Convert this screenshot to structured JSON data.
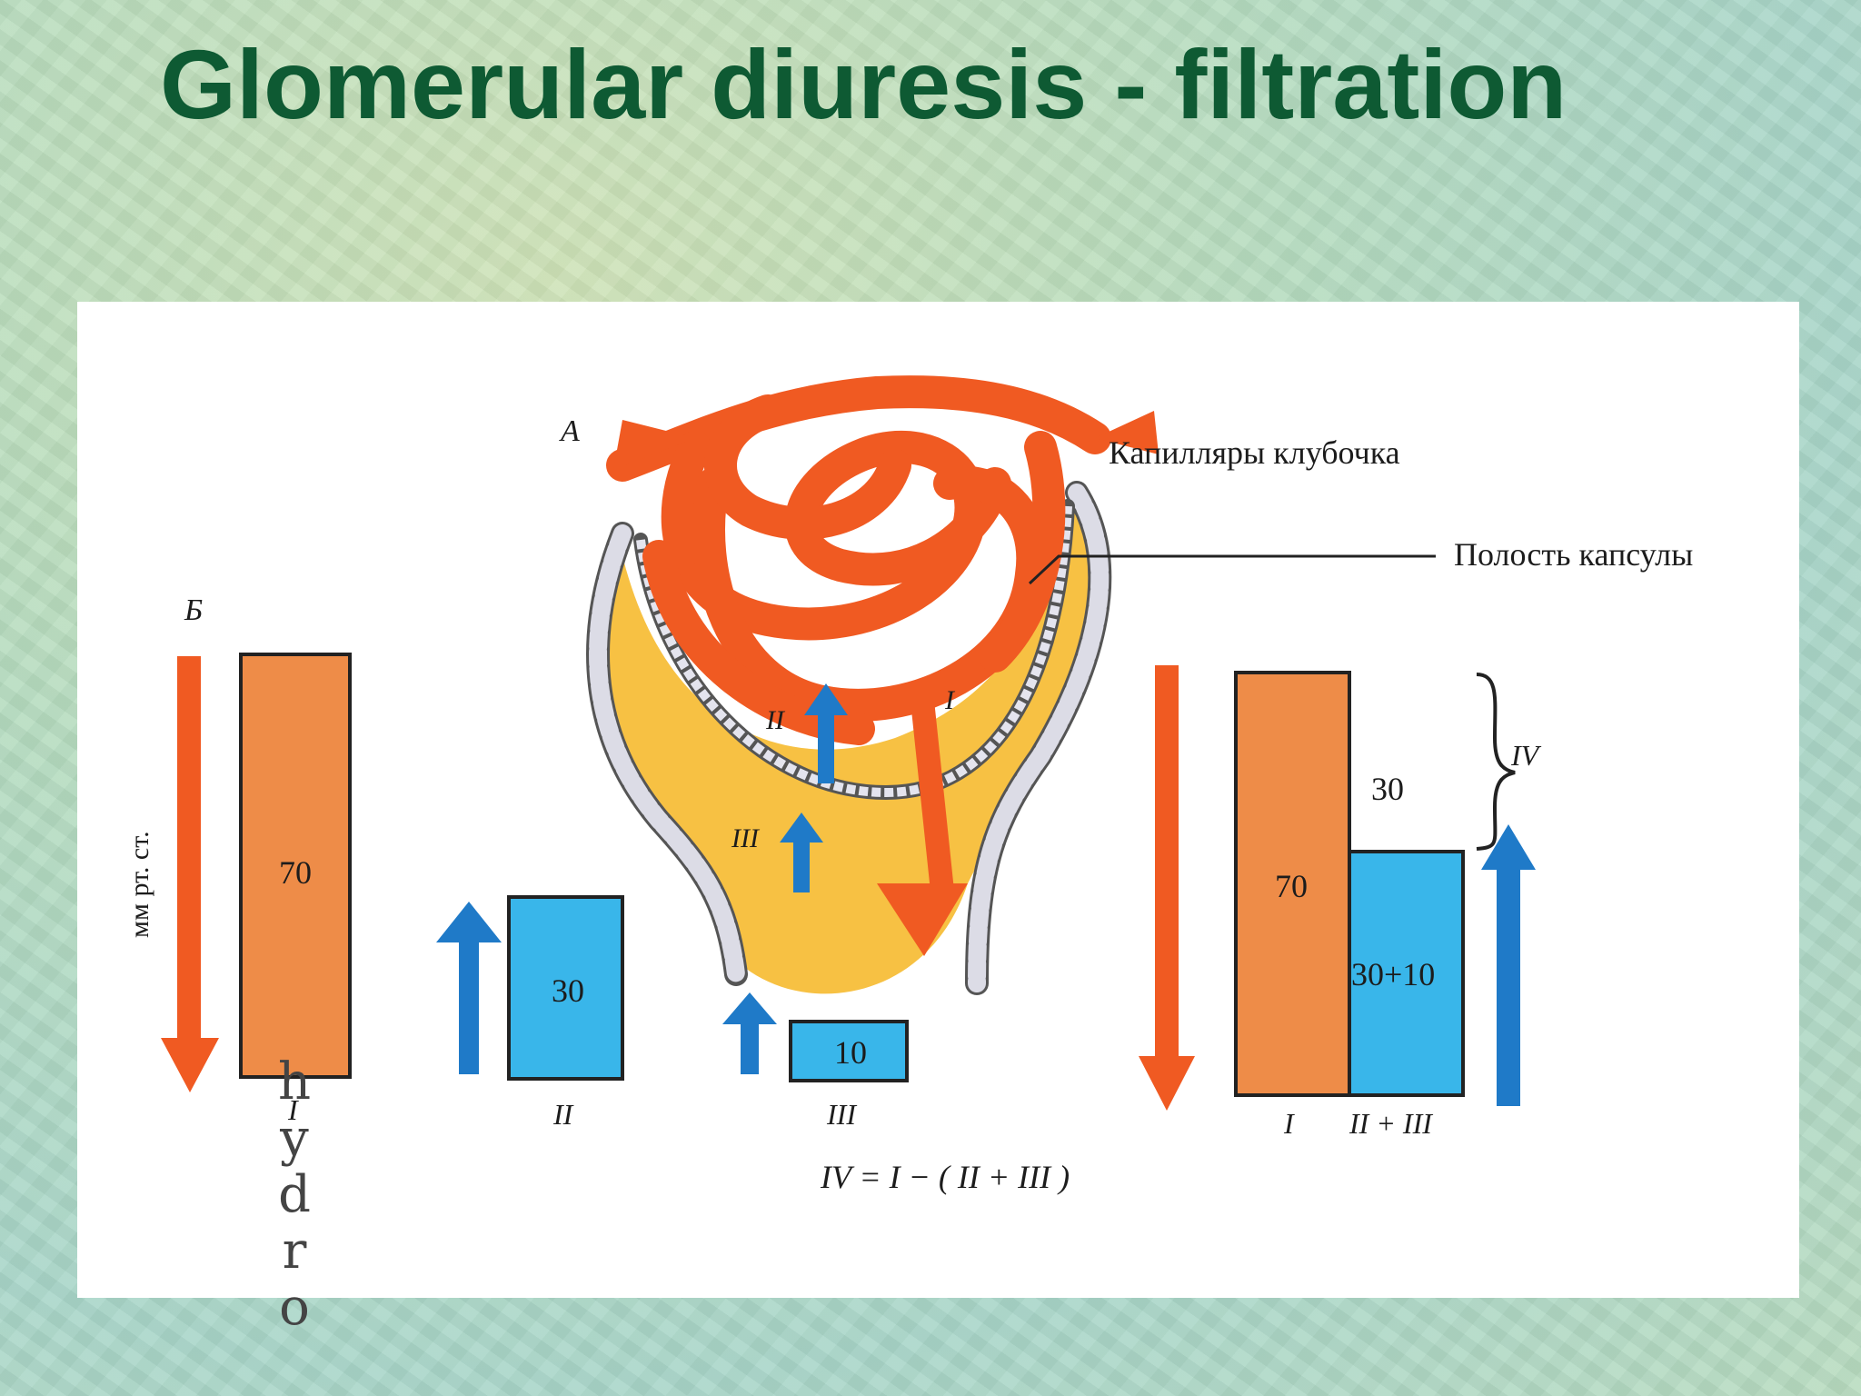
{
  "title": "Glomerular diuresis - filtration",
  "diagram": {
    "panel_a_letter": "А",
    "panel_b_letter": "Б",
    "label_capillaries": "Капилляры клубочка",
    "label_capsule": "Полость капсулы",
    "axis_unit": "мм рт. ст.",
    "arrow_labels": {
      "I": "I",
      "II": "II",
      "III": "III"
    },
    "bars": [
      {
        "id": "I",
        "value": "70",
        "label": "I"
      },
      {
        "id": "II",
        "value": "30",
        "label": "II"
      },
      {
        "id": "III",
        "value": "10",
        "label": "III"
      }
    ],
    "summary": {
      "bar_I_value": "70",
      "bar_II_III_value": "30+10",
      "diff_value": "30",
      "diff_label": "IV",
      "label_I": "I",
      "label_II_III": "II + III"
    },
    "formula": "IV = I − ( II + III )",
    "colors": {
      "orange_bar": "#ee8c48",
      "blue_bar": "#39b6ea",
      "red_arrow": "#f05a22",
      "blue_arrow": "#1f7ac8",
      "capsule": "#f7c143",
      "title": "#0e5a33"
    }
  },
  "overlay_text": "hydro"
}
